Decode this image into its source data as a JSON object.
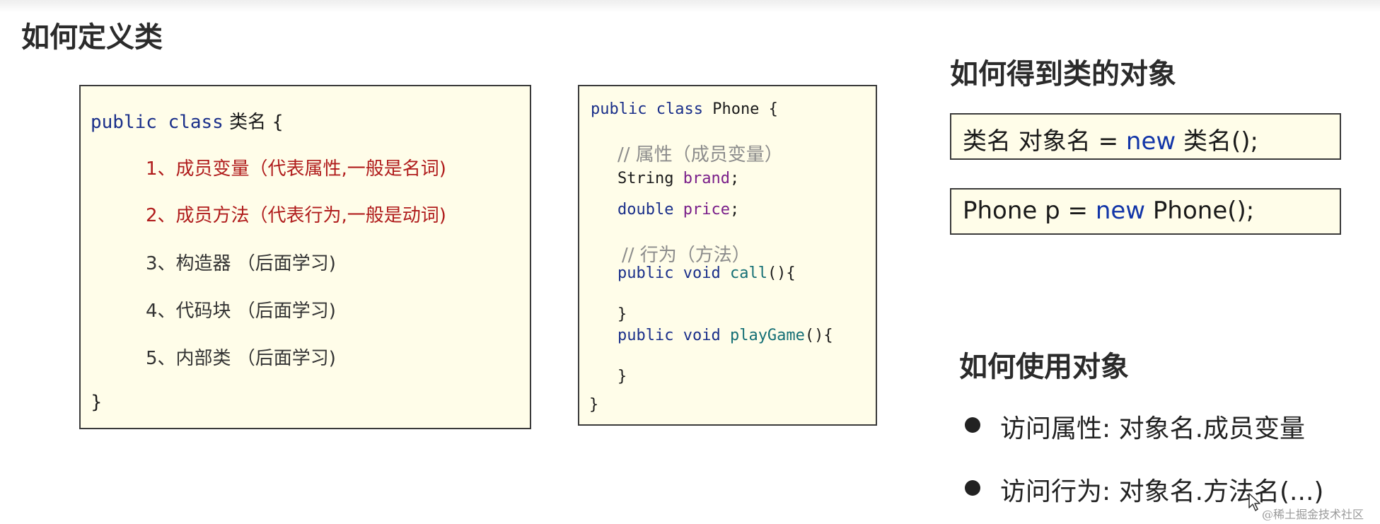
{
  "title": "如何定义类",
  "class_def": {
    "open_kw": "public class",
    "open_name": "类名 {",
    "items": [
      "1、成员变量（代表属性,一般是名词)",
      "2、成员方法（代表行为,一般是动词)",
      "3、构造器  （后面学习)",
      "4、代码块  （后面学习)",
      "5、内部类  （后面学习)"
    ],
    "close": "}"
  },
  "phone_code": {
    "line1_kw": "public class",
    "line1_rest": "Phone {",
    "comment_attr": "// 属性（成员变量）",
    "string_type": "String",
    "brand": "brand",
    "double_type": "double",
    "price": "price",
    "semicolon": ";",
    "comment_behavior": "// 行为（方法）",
    "call_kw": "public void",
    "call_name": "call",
    "call_parens": "(){",
    "close_inner_1": "}",
    "play_kw": "public void",
    "play_name": "playGame",
    "play_parens": "(){",
    "close_inner_2": "}",
    "close_outer": "}"
  },
  "get_object": {
    "heading": "如何得到类的对象",
    "syntax_prefix": "类名  对象名  =",
    "syntax_new": "new",
    "syntax_suffix": "类名();",
    "example_prefix": "Phone  p  =",
    "example_new": "new",
    "example_suffix": "Phone();"
  },
  "use_object": {
    "heading": "如何使用对象",
    "bullets": [
      "访问属性:  对象名.成员变量",
      "访问行为:  对象名.方法名(...)"
    ]
  },
  "watermark": "@稀土掘金技术社区",
  "colors": {
    "box_bg": "#fffde9",
    "keyword": "#1a2f8a",
    "field": "#7a1f8a",
    "method": "#146f75",
    "comment": "#8c8c8c",
    "highlight_red": "#b01c1c",
    "new_keyword": "#1235a8"
  }
}
